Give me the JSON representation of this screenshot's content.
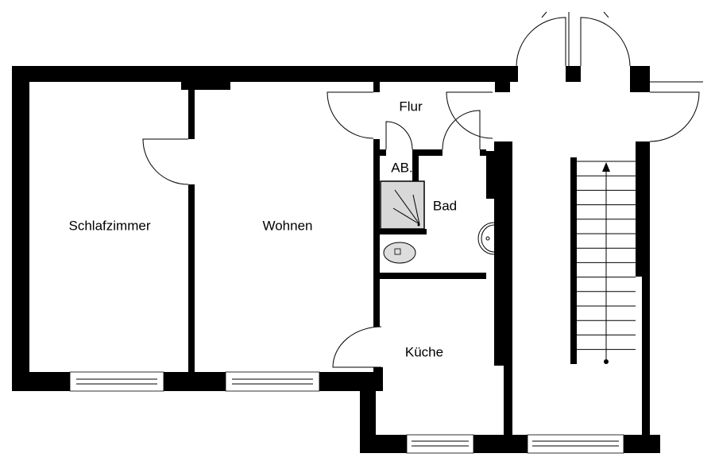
{
  "rooms": {
    "bedroom": "Schlafzimmer",
    "living": "Wohnen",
    "hall": "Flur",
    "storage": "AB.",
    "bath": "Bad",
    "kitchen": "Küche"
  },
  "colors": {
    "wall": "#000000",
    "shower": "#d8d8d8"
  }
}
